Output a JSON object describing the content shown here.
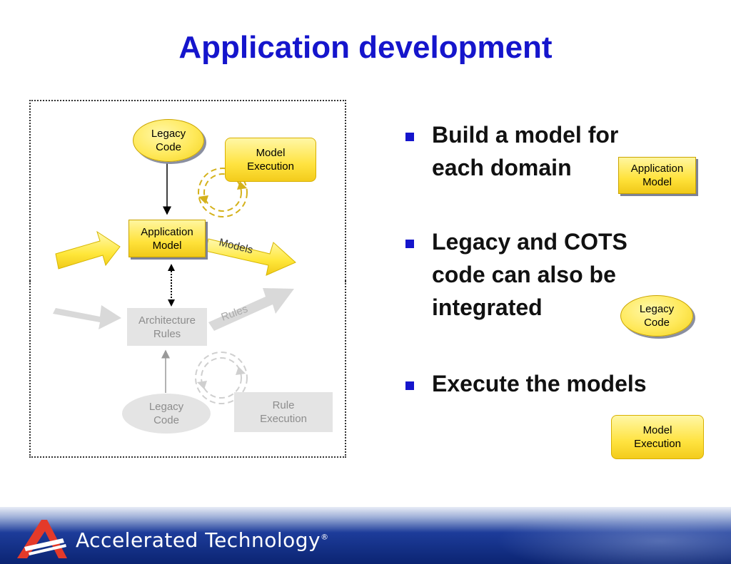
{
  "slide": {
    "title": "Application development"
  },
  "diagram": {
    "legacy_code_top": "Legacy\nCode",
    "model_execution_top": "Model\nExecution",
    "application_model": "Application\nModel",
    "models_arrow_label": "Models",
    "architecture_rules": "Architecture\nRules",
    "rules_arrow_label": "Rules",
    "legacy_code_bottom": "Legacy\nCode",
    "rule_execution": "Rule\nExecution"
  },
  "bullets": [
    {
      "text": "Build a model for\neach domain",
      "badge": "Application\nModel"
    },
    {
      "text": "Legacy and COTS\ncode can also be\nintegrated",
      "badge": "Legacy\nCode"
    },
    {
      "text": "Execute the models",
      "badge": "Model\nExecution"
    }
  ],
  "footer": {
    "brand": "Accelerated Technology",
    "trademark": "®"
  },
  "colors": {
    "title": "#1515cc",
    "bullet_mark": "#1515cc",
    "yellow": "#ffe340",
    "grey": "#e4e4e4",
    "footer": "#0b2472"
  }
}
